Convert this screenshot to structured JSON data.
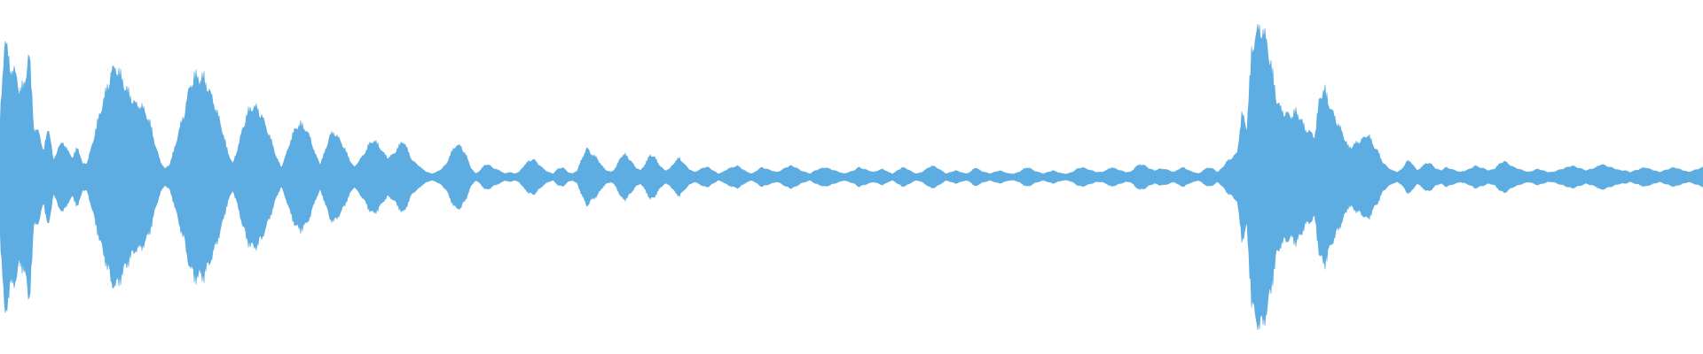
{
  "waveform": {
    "color": "#5DADE2",
    "background": "#FFFFFF",
    "peaks": [
      0.34,
      0.88,
      0.69,
      0.66,
      0.55,
      0.57,
      0.78,
      0.3,
      0.28,
      0.16,
      0.32,
      0.1,
      0.18,
      0.22,
      0.16,
      0.12,
      0.19,
      0.08,
      0.09,
      0.2,
      0.33,
      0.44,
      0.55,
      0.66,
      0.69,
      0.62,
      0.55,
      0.5,
      0.45,
      0.45,
      0.4,
      0.33,
      0.2,
      0.1,
      0.05,
      0.08,
      0.18,
      0.3,
      0.4,
      0.55,
      0.63,
      0.62,
      0.62,
      0.55,
      0.47,
      0.38,
      0.27,
      0.15,
      0.08,
      0.18,
      0.3,
      0.4,
      0.44,
      0.43,
      0.38,
      0.3,
      0.22,
      0.12,
      0.06,
      0.14,
      0.24,
      0.31,
      0.33,
      0.3,
      0.24,
      0.14,
      0.08,
      0.16,
      0.26,
      0.28,
      0.23,
      0.18,
      0.11,
      0.06,
      0.1,
      0.14,
      0.2,
      0.23,
      0.2,
      0.15,
      0.12,
      0.14,
      0.18,
      0.23,
      0.17,
      0.1,
      0.08,
      0.05,
      0.03,
      0.02,
      0.03,
      0.05,
      0.08,
      0.15,
      0.2,
      0.19,
      0.14,
      0.06,
      0.02,
      0.04,
      0.08,
      0.07,
      0.05,
      0.04,
      0.02,
      0.03,
      0.02,
      0.03,
      0.07,
      0.1,
      0.11,
      0.08,
      0.05,
      0.03,
      0.02,
      0.05,
      0.06,
      0.03,
      0.02,
      0.04,
      0.12,
      0.18,
      0.14,
      0.12,
      0.07,
      0.04,
      0.03,
      0.06,
      0.13,
      0.14,
      0.1,
      0.06,
      0.04,
      0.08,
      0.14,
      0.12,
      0.07,
      0.04,
      0.05,
      0.09,
      0.12,
      0.08,
      0.05,
      0.03,
      0.04,
      0.06,
      0.06,
      0.04,
      0.02,
      0.03,
      0.05,
      0.06,
      0.07,
      0.05,
      0.03,
      0.02,
      0.04,
      0.06,
      0.05,
      0.04,
      0.03,
      0.04,
      0.06,
      0.07,
      0.06,
      0.04,
      0.03,
      0.02,
      0.04,
      0.05,
      0.06,
      0.05,
      0.04,
      0.03,
      0.02,
      0.03,
      0.04,
      0.06,
      0.05,
      0.04,
      0.03,
      0.04,
      0.05,
      0.03,
      0.02,
      0.04,
      0.06,
      0.05,
      0.03,
      0.02,
      0.03,
      0.05,
      0.07,
      0.06,
      0.04,
      0.02,
      0.03,
      0.04,
      0.03,
      0.02,
      0.03,
      0.06,
      0.04,
      0.03,
      0.02,
      0.03,
      0.04,
      0.03,
      0.02,
      0.02,
      0.03,
      0.05,
      0.06,
      0.04,
      0.03,
      0.02,
      0.03,
      0.04,
      0.03,
      0.02,
      0.02,
      0.03,
      0.05,
      0.06,
      0.05,
      0.04,
      0.03,
      0.03,
      0.04,
      0.06,
      0.05,
      0.04,
      0.03,
      0.03,
      0.06,
      0.08,
      0.07,
      0.05,
      0.04,
      0.05,
      0.05,
      0.04,
      0.03,
      0.05,
      0.06,
      0.04,
      0.03,
      0.02,
      0.04,
      0.06,
      0.05,
      0.03,
      0.06,
      0.1,
      0.12,
      0.15,
      0.4,
      0.3,
      0.8,
      0.9,
      0.94,
      0.85,
      0.7,
      0.5,
      0.42,
      0.4,
      0.38,
      0.41,
      0.37,
      0.3,
      0.28,
      0.25,
      0.5,
      0.55,
      0.45,
      0.38,
      0.32,
      0.25,
      0.18,
      0.2,
      0.22,
      0.24,
      0.27,
      0.2,
      0.16,
      0.09,
      0.06,
      0.04,
      0.03,
      0.05,
      0.1,
      0.09,
      0.04,
      0.06,
      0.09,
      0.08,
      0.05,
      0.04,
      0.06,
      0.05,
      0.04,
      0.03,
      0.04,
      0.05,
      0.07,
      0.06,
      0.05,
      0.04,
      0.05,
      0.08,
      0.1,
      0.08,
      0.06,
      0.05,
      0.04,
      0.03,
      0.04,
      0.05,
      0.04,
      0.03,
      0.03,
      0.04,
      0.05,
      0.06,
      0.07,
      0.06,
      0.05,
      0.04,
      0.05,
      0.06,
      0.08,
      0.07,
      0.06,
      0.05,
      0.04,
      0.04,
      0.03,
      0.04,
      0.05,
      0.06,
      0.05,
      0.04,
      0.03,
      0.04,
      0.05,
      0.06,
      0.05,
      0.04,
      0.03,
      0.04,
      0.05,
      0.06
    ]
  }
}
